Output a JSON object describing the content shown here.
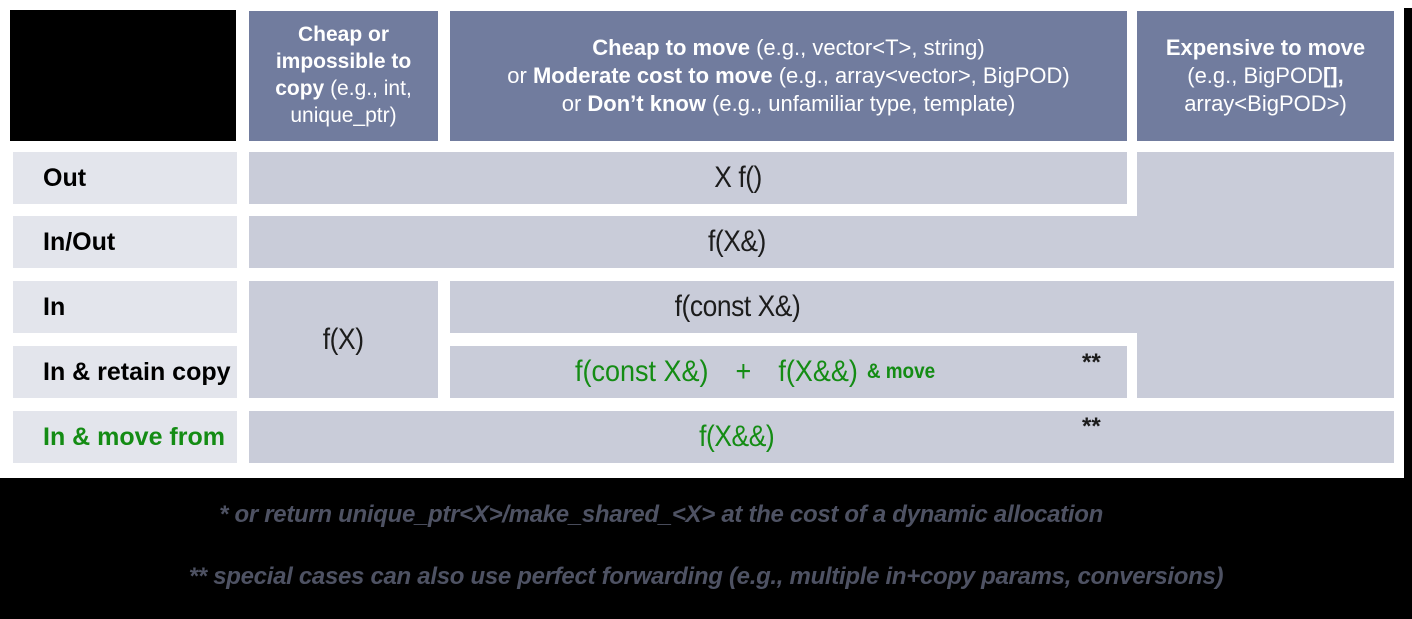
{
  "colors": {
    "header_bg": "#717c9e",
    "cell_bg": "#c9ccd9",
    "label_bg": "#e3e5ec",
    "header_text": "#ffffff",
    "body_text": "#1c1c1c",
    "accent_green": "#148c14",
    "footnote_text": "#4e5263"
  },
  "header": {
    "col_cheap_copy": {
      "bold": "Cheap or impossible to copy",
      "rest": " (e.g., int, unique_ptr)"
    },
    "col_cheap_move": {
      "line1_bold": "Cheap to move",
      "line1_rest": " (e.g., vector<T>, string)",
      "line2_prefix": "or ",
      "line2_bold": "Moderate cost to move",
      "line2_rest": " (e.g., array<vector>, BigPOD)",
      "line3_prefix": "or ",
      "line3_bold": "Don’t know",
      "line3_rest": " (e.g., unfamiliar type, template)"
    },
    "col_expensive_move": {
      "line1_bold": "Expensive to move",
      "line2_pre": "(e.g., BigPOD",
      "line2_bold": "[],",
      "line3": "array<BigPOD>)"
    }
  },
  "rows": {
    "out": {
      "label": "Out"
    },
    "inout": {
      "label": "In/Out"
    },
    "in": {
      "label": "In"
    },
    "retain": {
      "label": "In & retain copy"
    },
    "movefrom": {
      "label": "In & move from"
    }
  },
  "cells": {
    "out_signature": "X f()",
    "inout_signature": "f(X&)",
    "in_cheap_copy_signature": "f(X)",
    "in_signature": "f(const X&)",
    "retain_sig_left": "f(const X&)",
    "retain_plus": "+",
    "retain_sig_right": "f(X&&)",
    "retain_note": "& move",
    "retain_footnote_marker": "**",
    "movefrom_signature": "f(X&&)",
    "movefrom_footnote_marker": "**"
  },
  "footnotes": {
    "first": "* or return unique_ptr<X>/make_shared_<X> at the cost of a dynamic allocation",
    "second": "** special cases can also use perfect forwarding (e.g., multiple in+copy params, conversions)"
  }
}
